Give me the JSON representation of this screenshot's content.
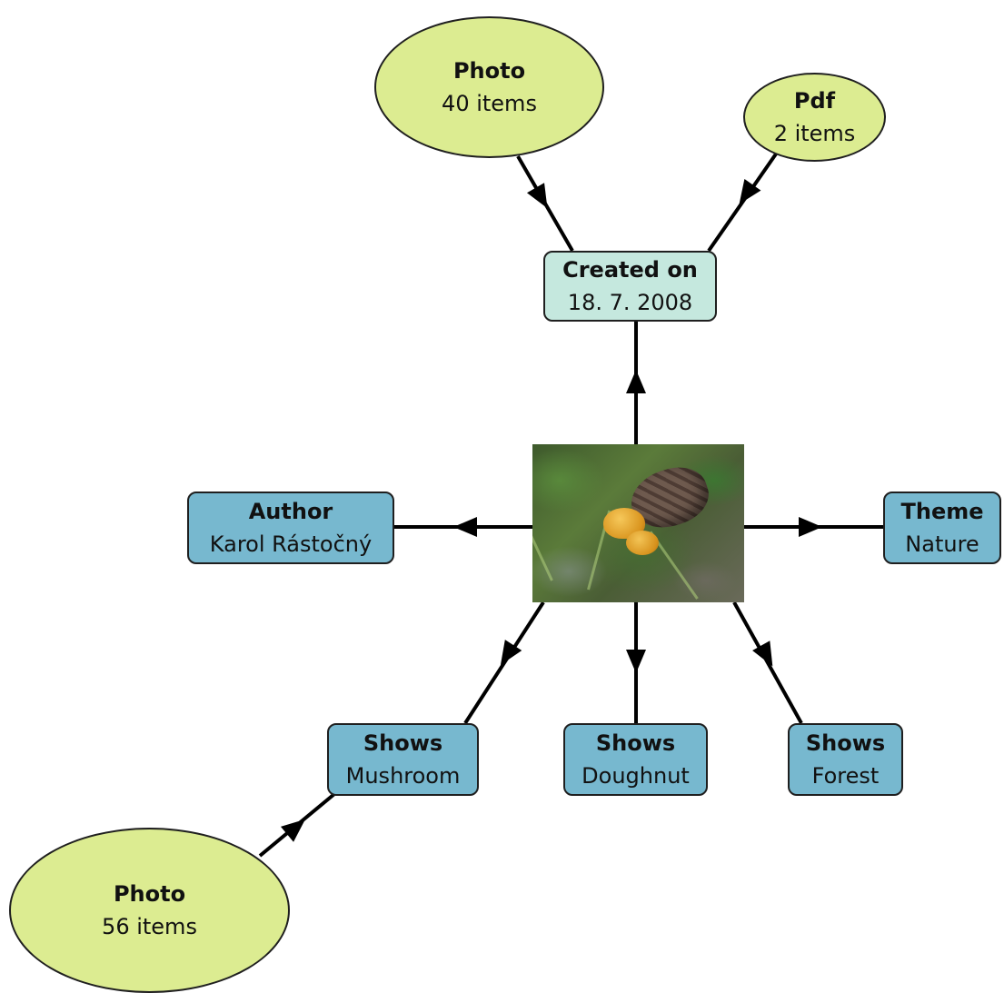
{
  "center": {
    "image": "mushroom-photo"
  },
  "nodes": {
    "created": {
      "title": "Created on",
      "value": "18. 7. 2008"
    },
    "author": {
      "title": "Author",
      "value": "Karol Rástočný"
    },
    "theme": {
      "title": "Theme",
      "value": "Nature"
    },
    "shows_mushroom": {
      "title": "Shows",
      "value": "Mushroom"
    },
    "shows_doughnut": {
      "title": "Shows",
      "value": "Doughnut"
    },
    "shows_forest": {
      "title": "Shows",
      "value": "Forest"
    },
    "photo_40": {
      "title": "Photo",
      "value": "40 items"
    },
    "pdf_2": {
      "title": "Pdf",
      "value": "2 items"
    },
    "photo_56": {
      "title": "Photo",
      "value": "56 items"
    }
  },
  "colors": {
    "metadata_node": "#77b8cf",
    "date_node": "#c5e8de",
    "group_node": "#dcec91",
    "edge": "#000000"
  }
}
